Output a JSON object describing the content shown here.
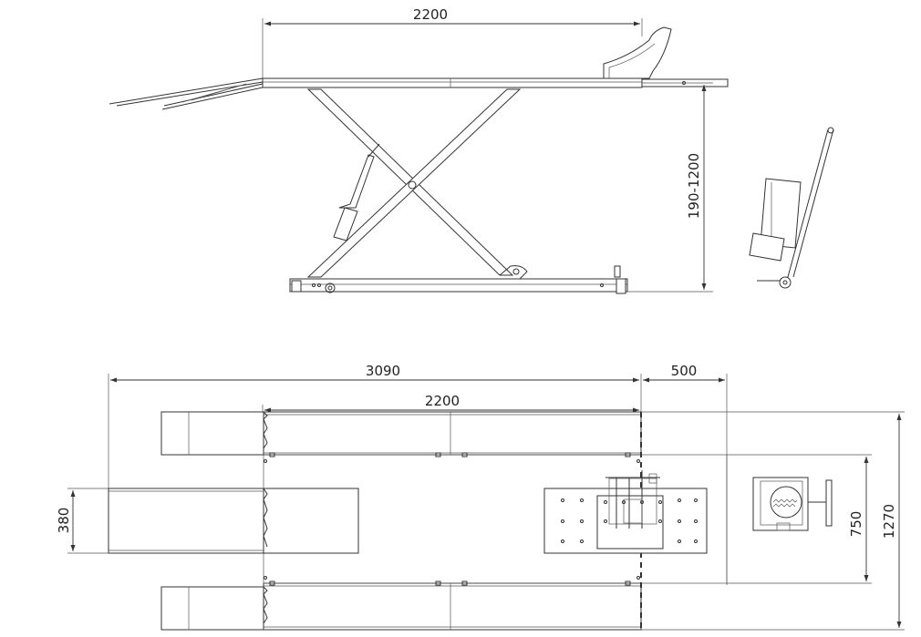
{
  "side_view": {
    "length_dim": "2200",
    "height_dim": "190-1200"
  },
  "top_view": {
    "overall_length_dim": "3090",
    "extension_dim": "500",
    "platform_length_dim": "2200",
    "ramp_width_dim": "380",
    "center_width_dim": "750",
    "overall_width_dim": "1270"
  }
}
